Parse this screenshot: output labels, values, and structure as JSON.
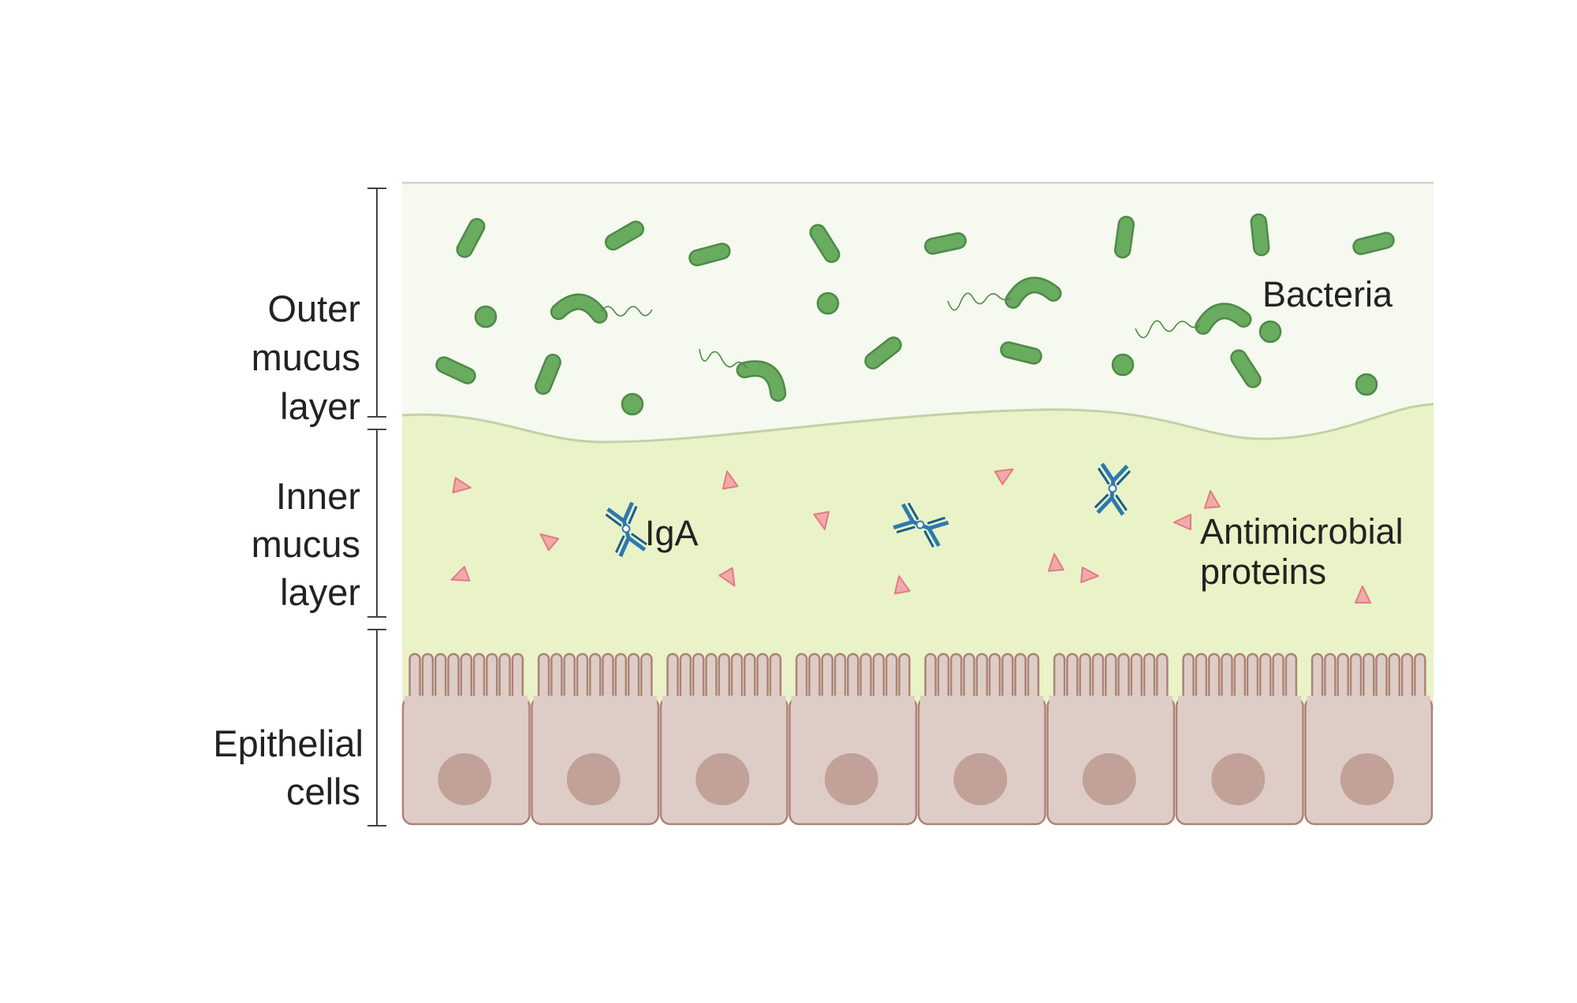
{
  "labels": {
    "outer_layer": [
      "Outer",
      "mucus",
      "layer"
    ],
    "inner_layer": [
      "Inner",
      "mucus",
      "layer"
    ],
    "epithelium": [
      "Epithelial",
      "cells"
    ],
    "bacteria": "Bacteria",
    "iga": "IgA",
    "antimicrobial": [
      "Antimicrobial",
      "proteins"
    ]
  },
  "colors": {
    "outer_mucus": "#f5f9ef",
    "inner_mucus": "#eaf2c7",
    "bacteria": "#69ab5f",
    "bacteria_dark": "#4e8a47",
    "antimicrobial": "#f3a9ac",
    "iga": "#2a7ab0",
    "cell_fill": "#decdc6",
    "cell_edge": "#ad8278",
    "nucleus": "#c2a198",
    "bracket": "#444444"
  },
  "counts": {
    "epithelial_cells": 8
  }
}
